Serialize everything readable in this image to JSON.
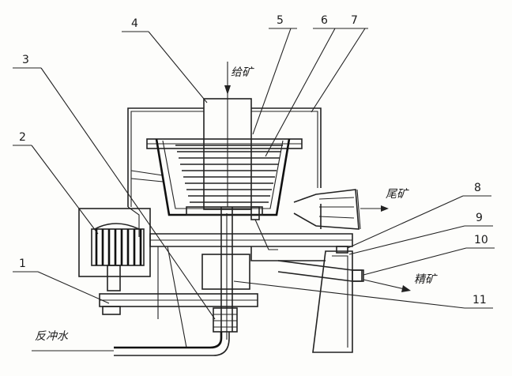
{
  "callouts": [
    {
      "num": "1"
    },
    {
      "num": "2"
    },
    {
      "num": "3"
    },
    {
      "num": "4"
    },
    {
      "num": "5"
    },
    {
      "num": "6"
    },
    {
      "num": "7"
    },
    {
      "num": "8"
    },
    {
      "num": "9"
    },
    {
      "num": "10"
    },
    {
      "num": "11"
    }
  ],
  "flow_labels": {
    "feed": "给矿",
    "tailings": "尾矿",
    "concentrate": "精矿",
    "backwash_water": "反冲水"
  }
}
